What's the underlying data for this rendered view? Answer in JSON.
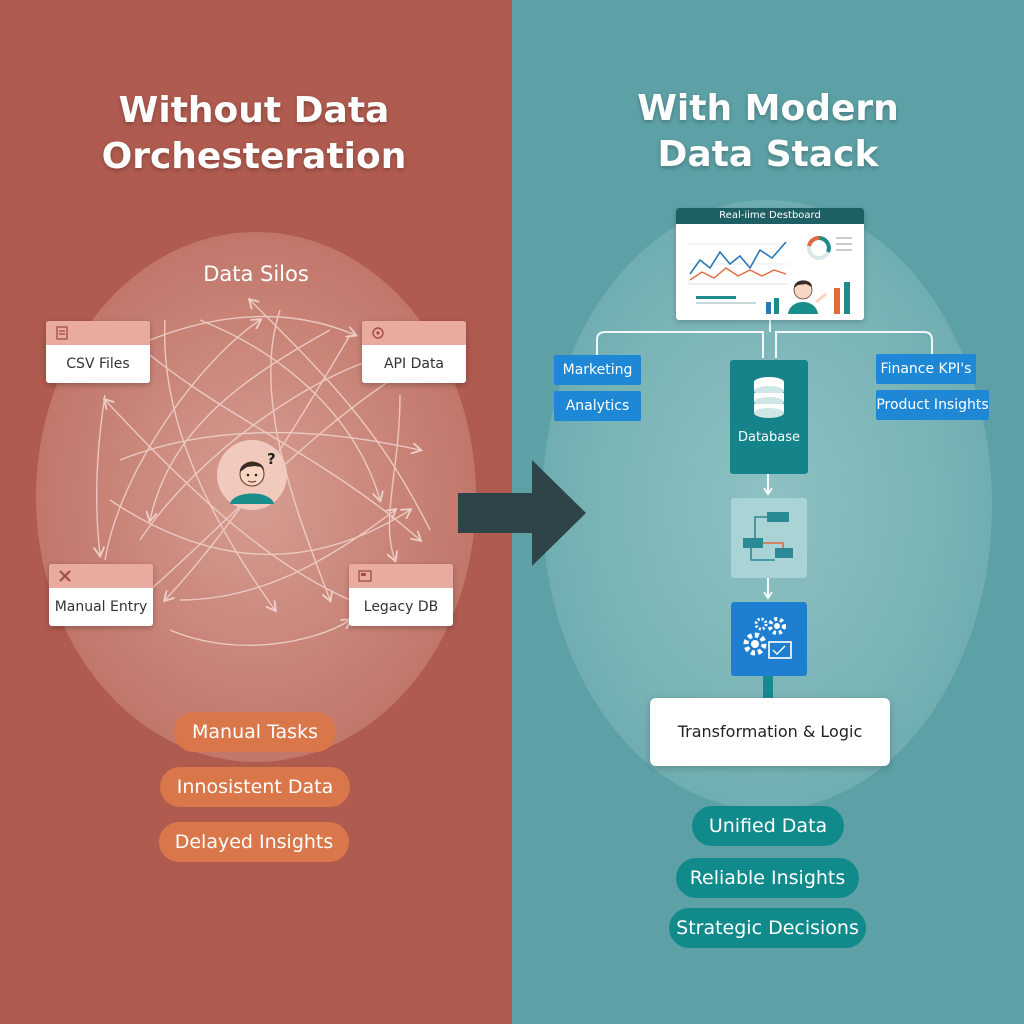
{
  "left": {
    "title_line1": "Without Data",
    "title_line2": "Orchesteration",
    "silos_label": "Data Silos",
    "sources": {
      "csv": "CSV Files",
      "api": "API Data",
      "manual": "Manual Entry",
      "legacy": "Legacy DB"
    },
    "problems": [
      "Manual Tasks",
      "Innosistent Data",
      "Delayed Insights"
    ],
    "colors": {
      "background": "#b05b4f",
      "pill": "#d9774a"
    }
  },
  "right": {
    "title_line1": "With Modern",
    "title_line2": "Data Stack",
    "dashboard_title": "Real-iime Destboard",
    "tags_left": [
      "Marketing",
      "Analytics"
    ],
    "tags_right": [
      "Finance KPI's",
      "Product Insights"
    ],
    "database_label": "Database",
    "transform_label": "Transformation & Logic",
    "benefits": [
      "Unified Data",
      "Reliable Insights",
      "Strategic Decisions"
    ],
    "colors": {
      "background": "#5da1a6",
      "pill": "#118a8c",
      "tag": "#1f88d6"
    }
  }
}
